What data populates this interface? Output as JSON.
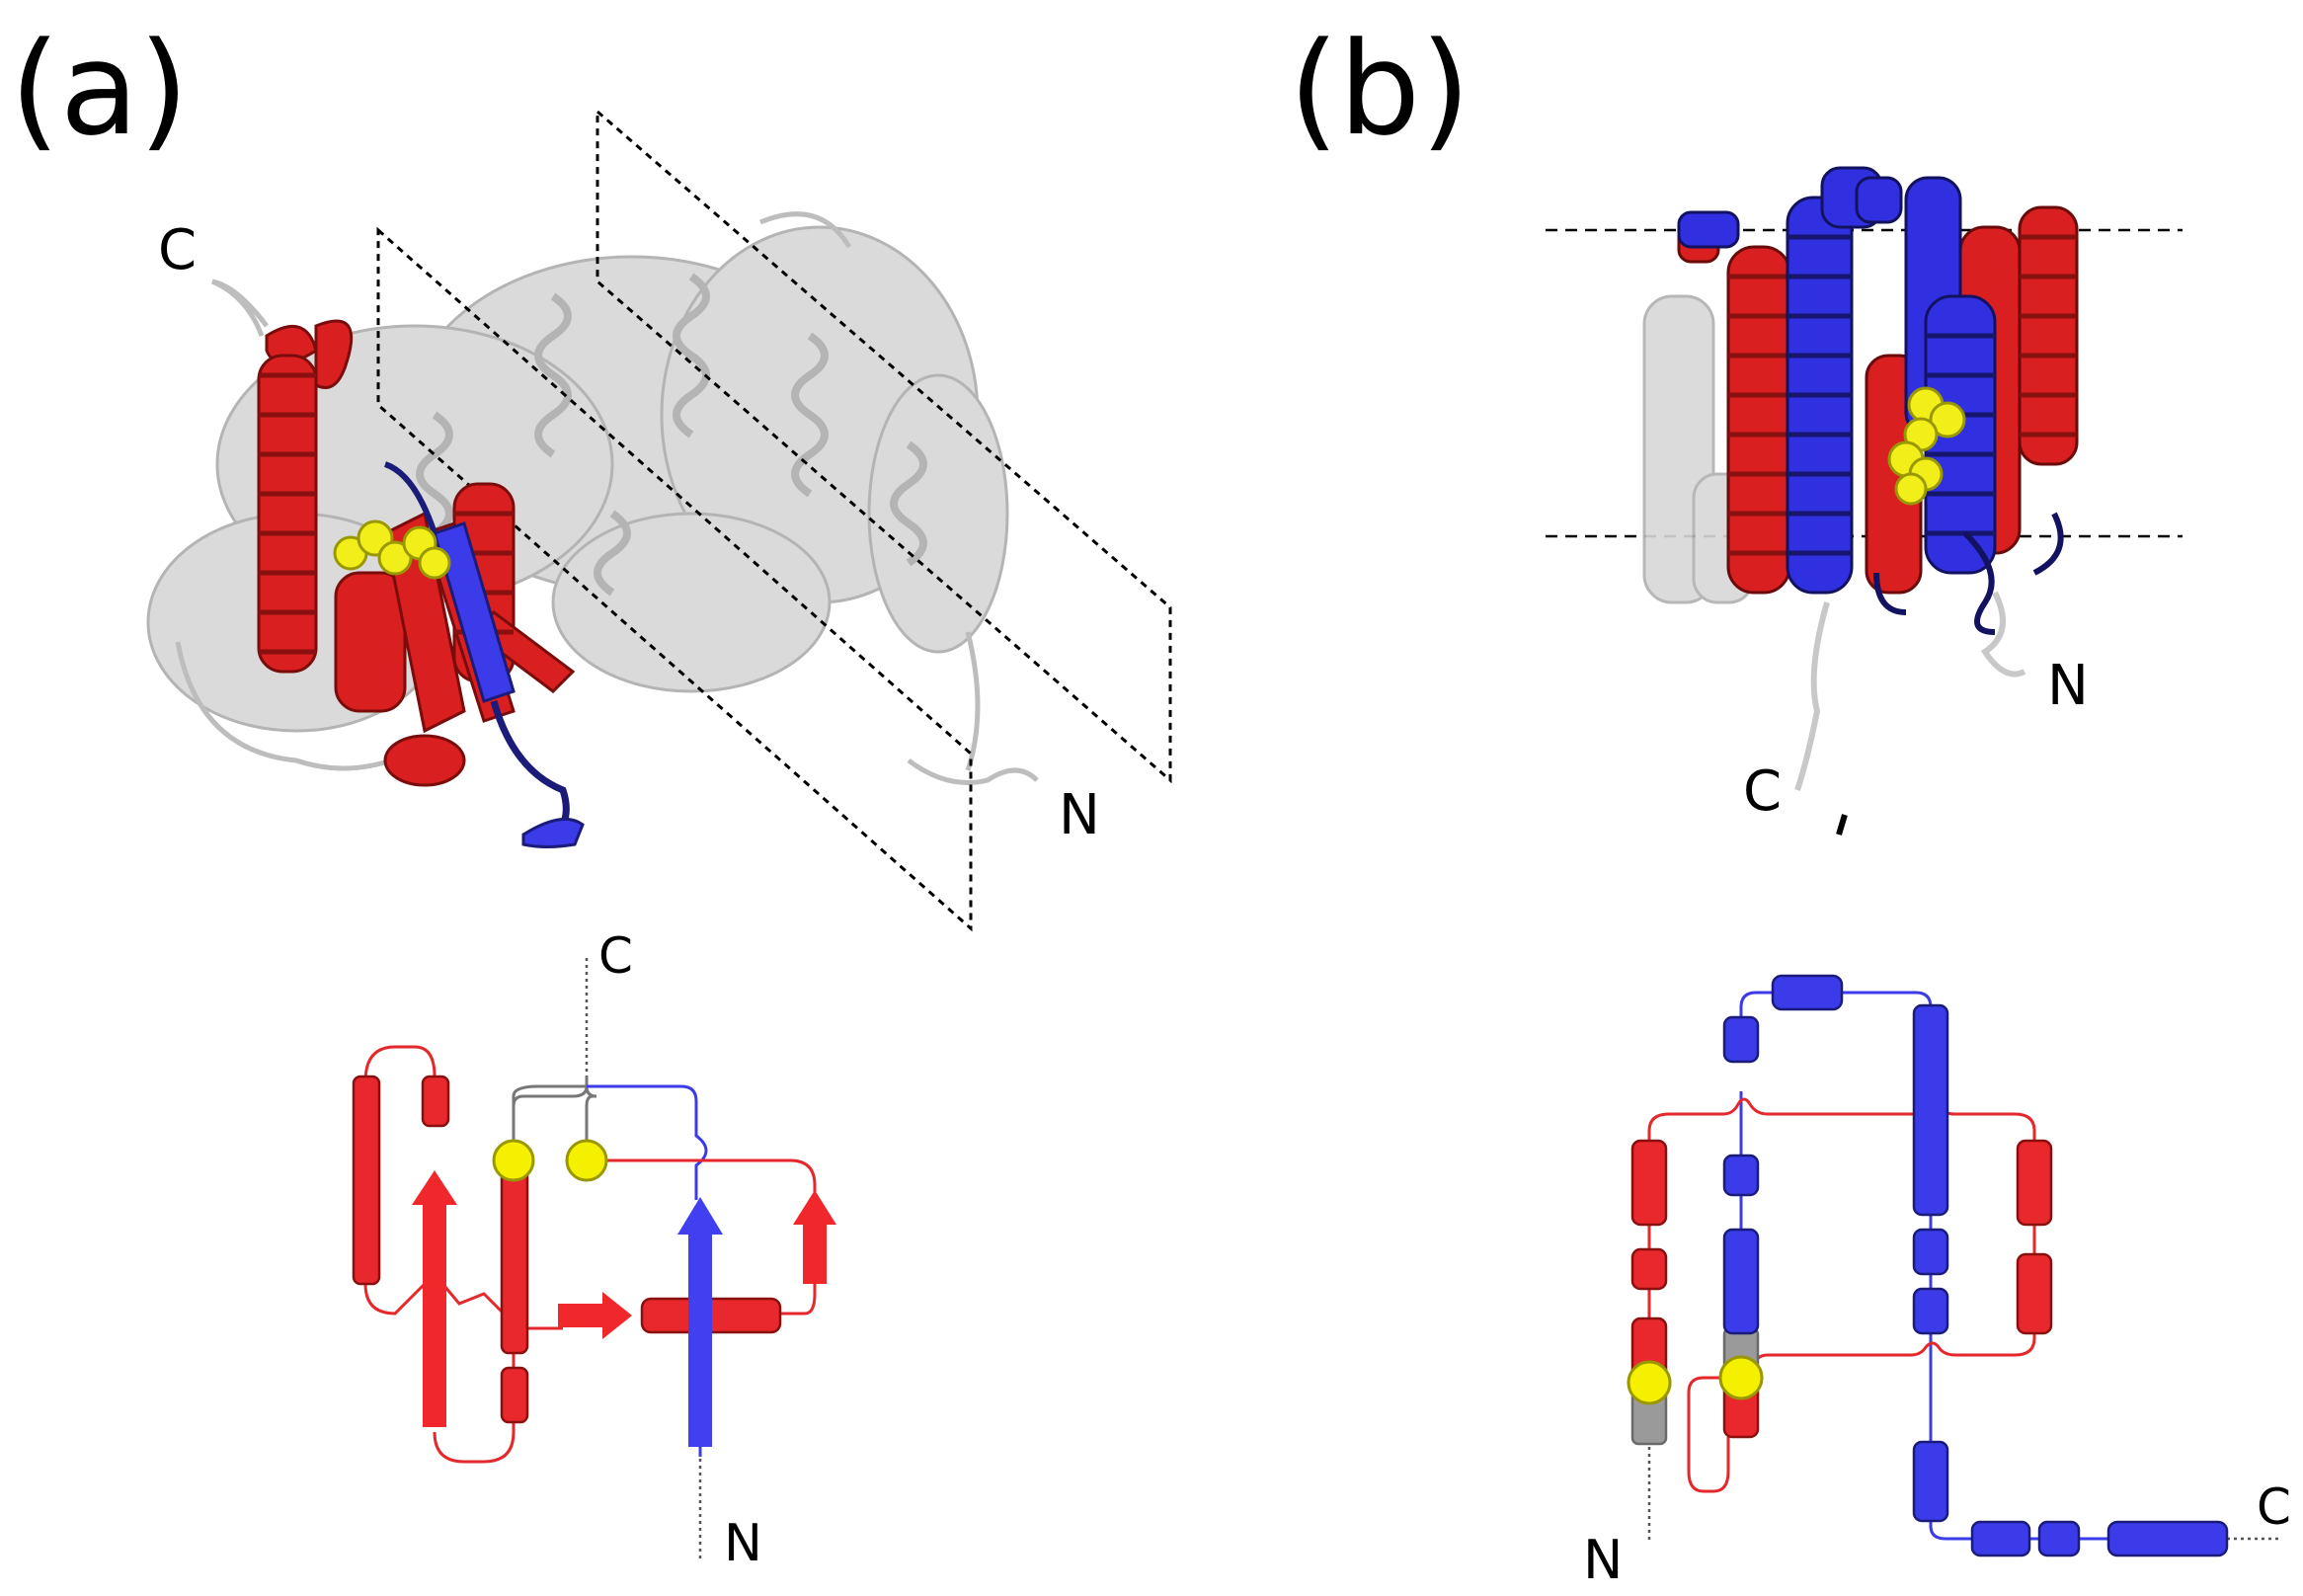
{
  "panels": {
    "a": {
      "label": "(a)",
      "structure": {
        "c_terminus": "C",
        "n_terminus": "N"
      },
      "topology": {
        "c_terminus": "C",
        "n_terminus": "N"
      }
    },
    "b": {
      "label": "(b)",
      "structure": {
        "c_terminus": "C",
        "n_terminus": "N"
      },
      "topology": {
        "c_terminus": "C",
        "n_terminus": "N"
      }
    }
  },
  "colors": {
    "helix_red": "#e4282c",
    "helix_blue": "#3b3bea",
    "context_gray": "#c8c8c8",
    "ligand_yellow": "#f5f000",
    "dark_red": "#8a0f0f",
    "dark_blue": "#1b1b7a"
  }
}
